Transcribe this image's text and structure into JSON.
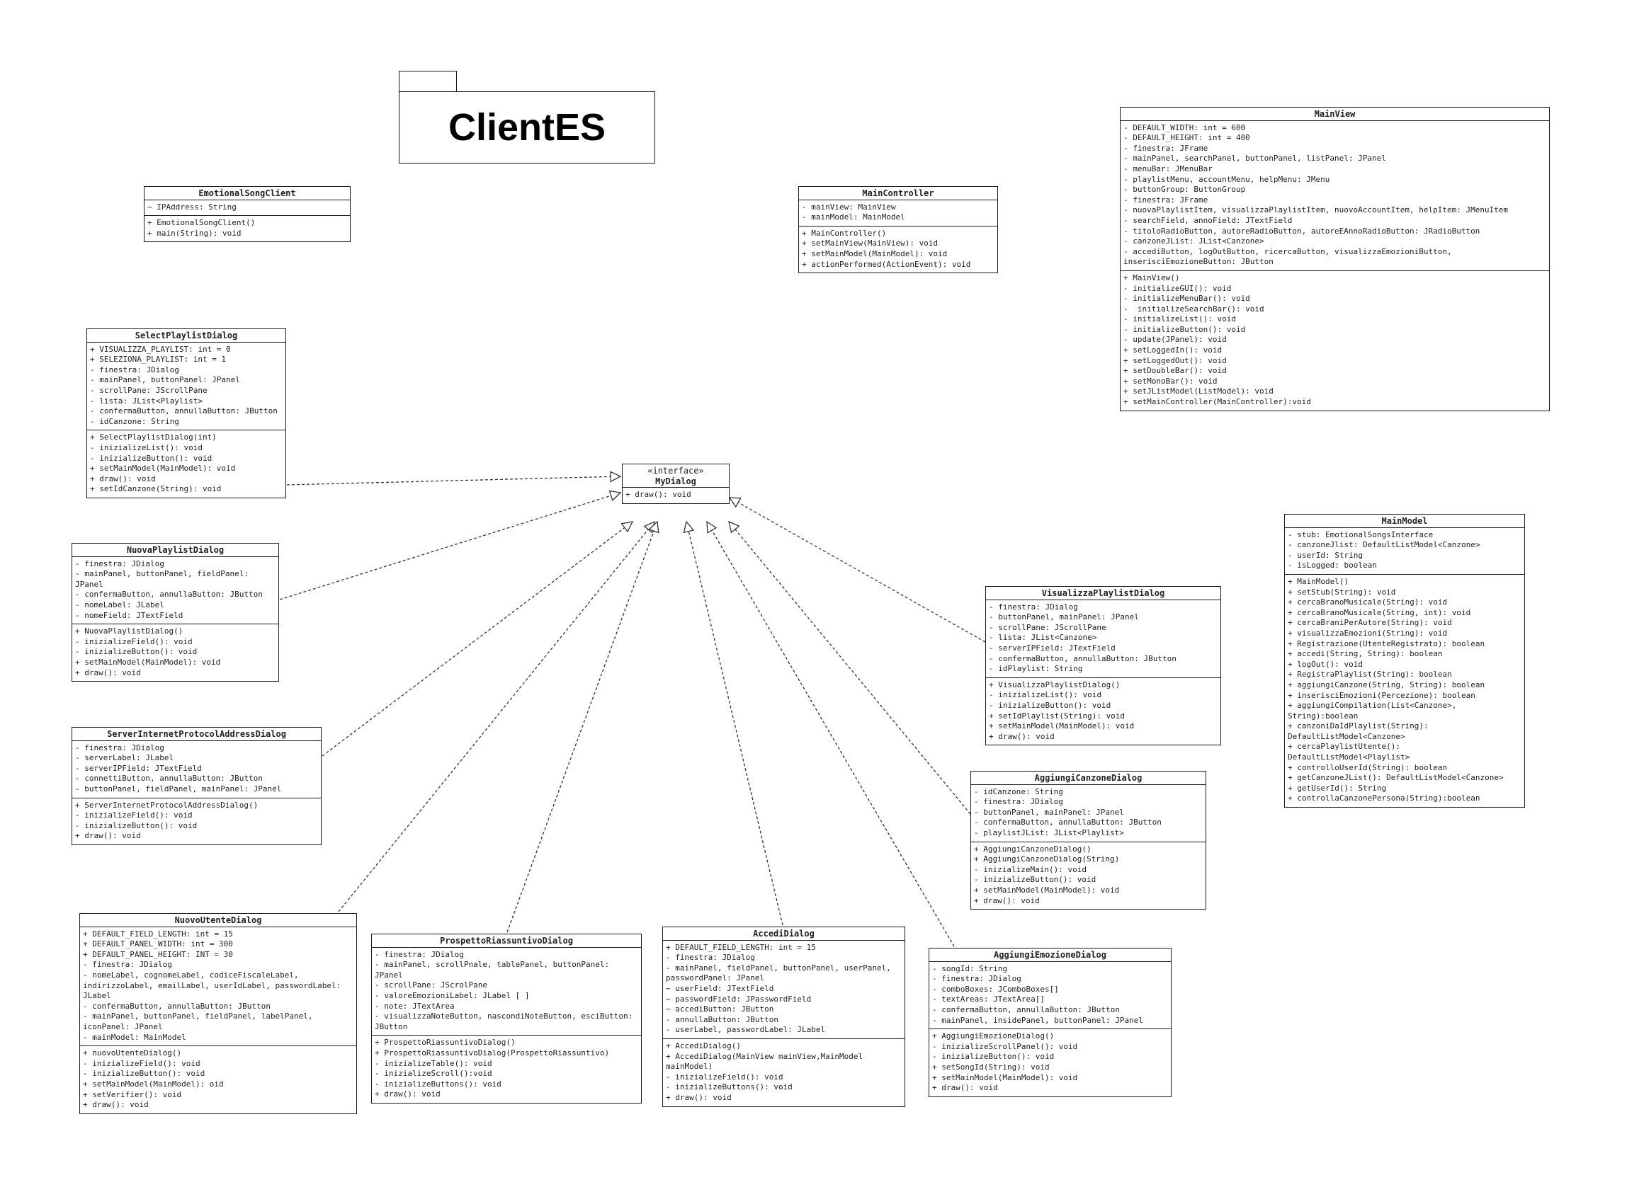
{
  "package": {
    "name": "ClientES"
  },
  "classes": {
    "EmotionalSongClient": {
      "name": "EmotionalSongClient",
      "attributes": [
        "~ IPAddress: String"
      ],
      "methods": [
        "+ EmotionalSongClient()",
        "+ main(String): void"
      ]
    },
    "MainController": {
      "name": "MainController",
      "attributes": [
        "- mainView: MainView",
        "- mainModel: MainModel"
      ],
      "methods": [
        "+ MainController()",
        "+ setMainView(MainView): void",
        "+ setMainModel(MainModel): void",
        "+ actionPerformed(ActionEvent): void"
      ]
    },
    "MainView": {
      "name": "MainView",
      "attributes": [
        "- DEFAULT_WIDTH: int = 600",
        "- DEFAULT_HEIGHT: int = 400",
        "- finestra: JFrame",
        "- mainPanel, searchPanel, buttonPanel, listPanel: JPanel",
        "- menuBar: JMenuBar",
        "- playlistMenu, accountMenu, helpMenu: JMenu",
        "- buttonGroup: ButtonGroup",
        "- finestra: JFrame",
        "- nuovaPlaylistItem, visualizzaPlaylistItem, nuovoAccountItem, helpItem: JMenuItem",
        "- searchField, annoField: JTextField",
        "- titoloRadioButton, autoreRadioButton, autoreEAnnoRadioButton: JRadioButton",
        "- canzoneJList: JList<Canzone>",
        "- accediButton, logOutButton, ricercaButton, visualizzaEmozioniButton, inserisciEmozioneButton: JButton"
      ],
      "methods": [
        "+ MainView()",
        "- initializeGUI(): void",
        "- initializeMenuBar(): void",
        "-  initializeSearchBar(): void",
        "- initializeList(): void",
        "- initializeButton(): void",
        "- update(JPanel): void",
        "+ setLoggedIn(): void",
        "+ setLoggedOut(): void",
        "+ setDoubleBar(): void",
        "+ setMonoBar(): void",
        "+ setJListModel(ListModel): void",
        "+ setMainController(MainController):void"
      ]
    },
    "SelectPlaylistDialog": {
      "name": "SelectPlaylistDialog",
      "attributes": [
        "+ VISUALIZZA_PLAYLIST: int = 0",
        "+ SELEZIONA_PLAYLIST: int = 1",
        "- finestra: JDialog",
        "- mainPanel, buttonPanel: JPanel",
        "- scrollPane: JScrollPane",
        "- lista: JList<Playlist>",
        "- confermaButton, annullaButton: JButton",
        "- idCanzone: String"
      ],
      "methods": [
        "+ SelectPlaylistDialog(int)",
        "- inizializeList(): void",
        "- inizializeButton(): void",
        "+ setMainModel(MainModel): void",
        "+ draw(): void",
        "+ setIdCanzone(String): void"
      ]
    },
    "MyDialog": {
      "stereotype": "«interface»",
      "name": "MyDialog",
      "methods": [
        "+ draw(): void"
      ]
    },
    "MainModel": {
      "name": "MainModel",
      "attributes": [
        "- stub: EmotionalSongsInterface",
        "- canzoneJlist: DefaultListModel<Canzone>",
        "- userId: String",
        "- isLogged: boolean"
      ],
      "methods": [
        "+ MainModel()",
        "+ setStub(String): void",
        "+ cercaBranoMusicale(String): void",
        "+ cercaBranoMusicale(String, int): void",
        "+ cercaBraniPerAutore(String): void",
        "+ visualizzaEmozioni(String): void",
        "+ Registrazione(UtenteRegistrato): boolean",
        "+ accedi(String, String): boolean",
        "+ logOut(): void",
        "+ RegistraPlaylist(String): boolean",
        "+ aggiungiCanzone(String, String): boolean",
        "+ inserisciEmozioni(Percezione): boolean",
        "+ aggiungiCompilation(List<Canzone>, String):boolean",
        "+ canzoniDaIdPlaylist(String): DefaultListModel<Canzone>",
        "+ cercaPlaylistUtente(): DefaultListModel<Playlist>",
        "+ controlloUserId(String): boolean",
        "+ getCanzoneJList(): DefaultListModel<Canzone>",
        "+ getUserId(): String",
        "+ controllaCanzonePersona(String):boolean"
      ]
    },
    "NuovaPlaylistDialog": {
      "name": "NuovaPlaylistDialog",
      "attributes": [
        "- finestra: JDialog",
        "- mainPanel, buttonPanel, fieldPanel: JPanel",
        "- confermaButton, annullaButton: JButton",
        "- nomeLabel: JLabel",
        "- nomeField: JTextField"
      ],
      "methods": [
        "+ NuovaPlaylistDialog()",
        "- inizializeField(): void",
        "- inizializeButton(): void",
        "+ setMainModel(MainModel): void",
        "+ draw(): void"
      ]
    },
    "VisualizzaPlaylistDialog": {
      "name": "VisualizzaPlaylistDialog",
      "attributes": [
        "- finestra: JDialog",
        "- buttonPanel, mainPanel: JPanel",
        "- scrollPane: JScrollPane",
        "- lista: JList<Canzone>",
        "- serverIPField: JTextField",
        "- confermaButton, annullaButton: JButton",
        "- idPlaylist: String"
      ],
      "methods": [
        "+ VisualizzaPlaylistDialog()",
        "- inizializeList(): void",
        "- inizializeButton(): void",
        "+ setIdPlaylist(String): void",
        "+ setMainModel(MainModel): void",
        "+ draw(): void"
      ]
    },
    "ServerInternetProtocolAddressDialog": {
      "name": "ServerInternetProtocolAddressDialog",
      "attributes": [
        "- finestra: JDialog",
        "- serverLabel: JLabel",
        "- serverIPField: JTextField",
        "- connettiButton, annullaButton: JButton",
        "- buttonPanel, fieldPanel, mainPanel: JPanel"
      ],
      "methods": [
        "+ ServerInternetProtocolAddressDialog()",
        "- inizializeField(): void",
        "- inizializeButton(): void",
        "+ draw(): void"
      ]
    },
    "AggiungiCanzoneDialog": {
      "name": "AggiungiCanzoneDialog",
      "attributes": [
        "- idCanzone: String",
        "- finestra: JDialog",
        "- buttonPanel, mainPanel: JPanel",
        "- confermaButton, annullaButton: JButton",
        "- playlistJList: JList<Playlist>"
      ],
      "methods": [
        "+ AggiungiCanzoneDialog()",
        "+ AggiungiCanzoneDialog(String)",
        "- inizializeMain(): void",
        "- inizializeButton(): void",
        "+ setMainModel(MainModel): void",
        "+ draw(): void"
      ]
    },
    "NuovoUtenteDialog": {
      "name": "NuovoUtenteDialog",
      "attributes": [
        "+ DEFAULT_FIELD_LENGTH: int = 15",
        "+ DEFAULT_PANEL_WIDTH: int = 300",
        "+ DEFAULT_PANEL_HEIGHT: INT = 30",
        "- finestra: JDialog",
        "- nomeLabel, cognomeLabel, codiceFiscaleLabel, indirizzoLabel, emailLabel, userIdLabel, passwordLabel: JLabel",
        "- confermaButton, annullaButton: JButton",
        "- mainPanel, buttonPanel, fieldPanel, labelPanel, iconPanel: JPanel",
        "- mainModel: MainModel"
      ],
      "methods": [
        "+ nuovoUtenteDialog()",
        "- inizializeField(): void",
        "- inizializeButton(): void",
        "+ setMainModel(MainModel): oid",
        "+ setVerifier(): void",
        "+ draw(): void"
      ]
    },
    "ProspettoRiassuntivoDialog": {
      "name": "ProspettoRiassuntivoDialog",
      "attributes": [
        "- finestra: JDialog",
        "- mainPanel, scrollPnale, tablePanel, buttonPanel: JPanel",
        "- scrollPane: JScrolPane",
        "- valoreEmozioniLabel: JLabel [ ]",
        "- note: JTextArea",
        "- visualizzaNoteButton, nascondiNoteButton, esciButton: JButton"
      ],
      "methods": [
        "+ ProspettoRiassuntivoDialog()",
        "+ ProspettoRiassuntivoDialog(ProspettoRiassuntivo)",
        "- inizializeTable(): void",
        "- inizializeScroll():void",
        "- inizializeButtons(): void",
        "+ draw(): void"
      ]
    },
    "AccediDialog": {
      "name": "AccediDialog",
      "attributes": [
        "+ DEFAULT_FIELD_LENGTH: int = 15",
        "- finestra: JDialog",
        "- mainPanel, fieldPanel, buttonPanel, userPanel, passwordPanel: JPanel",
        "~ userField: JTextField",
        "~ passwordField: JPasswordField",
        "~ accediButton: JButton",
        "- annullaButton: JButton",
        "- userLabel, passwordLabel: JLabel"
      ],
      "methods": [
        "+ AccediDialog()",
        "+ AccediDialog(MainView mainView,MainModel mainModel)",
        "- inizializeField(): void",
        "- inizializeButtons(): void",
        "+ draw(): void"
      ]
    },
    "AggiungiEmozioneDialog": {
      "name": "AggiungiEmozioneDialog",
      "attributes": [
        "- songId: String",
        "- finestra: JDialog",
        "- comboBoxes: JComboBoxes[]",
        "- textAreas: JTextArea[]",
        "- confermaButton, annullaButton: JButton",
        "- mainPanel, insidePanel, buttonPanel: JPanel"
      ],
      "methods": [
        "+ AggiungiEmozioneDialog()",
        "- inizializeScrollPanel(): void",
        "- inizializeButton(): void",
        "+ setSongId(String): void",
        "+ setMainModel(MainModel): void",
        "+ draw(): void"
      ]
    }
  },
  "realizations": [
    {
      "from": "SelectPlaylistDialog",
      "to": "MyDialog"
    },
    {
      "from": "NuovaPlaylistDialog",
      "to": "MyDialog"
    },
    {
      "from": "ServerInternetProtocolAddressDialog",
      "to": "MyDialog"
    },
    {
      "from": "NuovoUtenteDialog",
      "to": "MyDialog"
    },
    {
      "from": "ProspettoRiassuntivoDialog",
      "to": "MyDialog"
    },
    {
      "from": "AccediDialog",
      "to": "MyDialog"
    },
    {
      "from": "AggiungiEmozioneDialog",
      "to": "MyDialog"
    },
    {
      "from": "AggiungiCanzoneDialog",
      "to": "MyDialog"
    },
    {
      "from": "VisualizzaPlaylistDialog",
      "to": "MyDialog"
    }
  ]
}
